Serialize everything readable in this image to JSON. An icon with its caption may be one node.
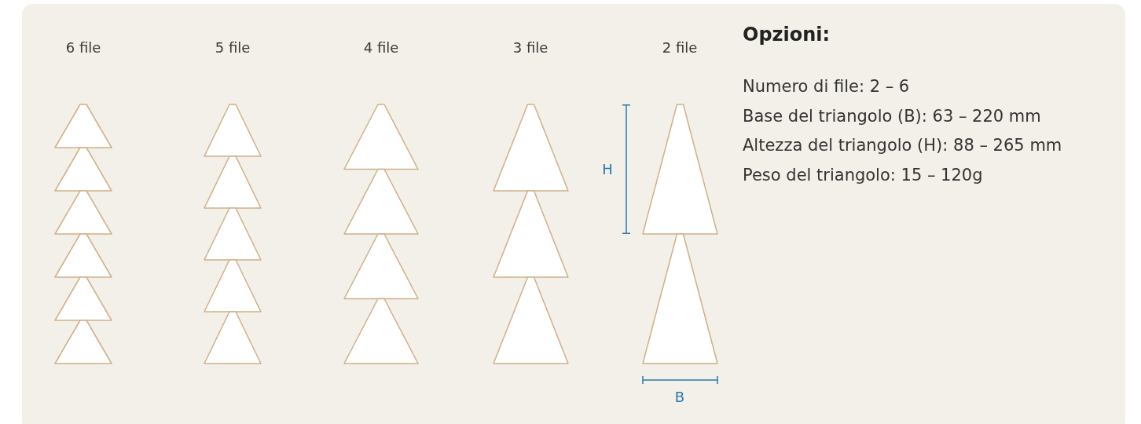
{
  "diagram": {
    "title": "Opzioni:",
    "labels": [
      "6 file",
      "5 file",
      "4 file",
      "3 file",
      "2 file",
      "H",
      "B",
      "Numero di file: 2 – 6",
      "Base del triangolo (B): 63 – 220 mm",
      "Altezza del triangolo (H): 88 – 265 mm",
      "Peso del triangolo: 15 – 120g"
    ]
  }
}
